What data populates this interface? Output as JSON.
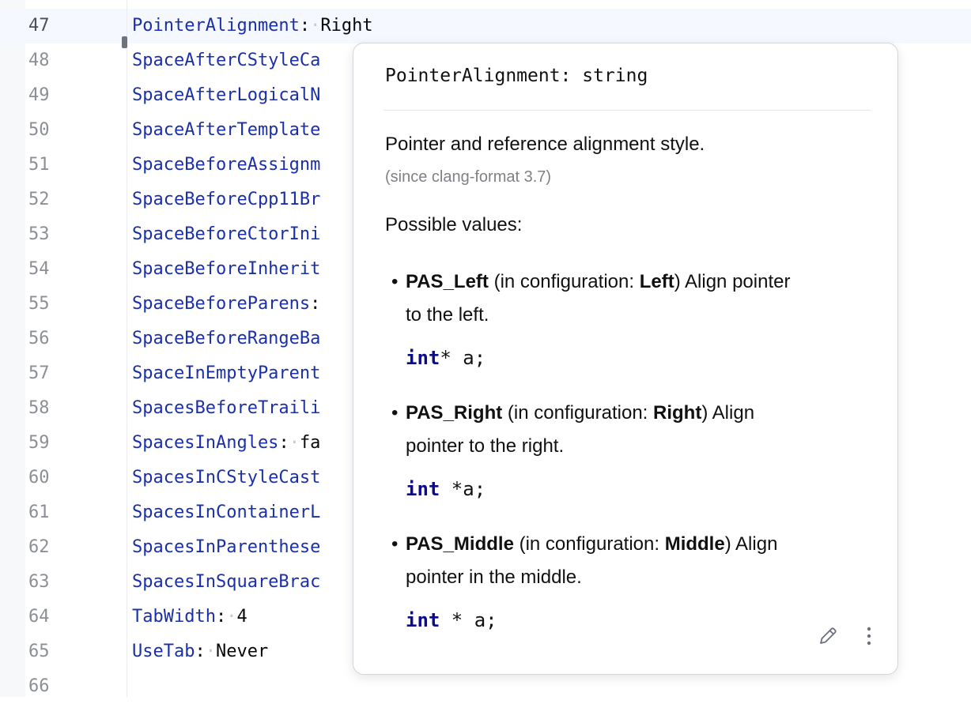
{
  "editor": {
    "line_numbers": [
      "47",
      "48",
      "49",
      "50",
      "51",
      "52",
      "53",
      "54",
      "55",
      "56",
      "57",
      "58",
      "59",
      "60",
      "61",
      "62",
      "63",
      "64",
      "65",
      "66"
    ],
    "lines": [
      {
        "key": "PointerAlignment",
        "colon": ":",
        "value": "Right"
      },
      {
        "key": "SpaceAfterCStyleCa",
        "colon": "",
        "value": ""
      },
      {
        "key": "SpaceAfterLogicalN",
        "colon": "",
        "value": ""
      },
      {
        "key": "SpaceAfterTemplate",
        "colon": "",
        "value": ""
      },
      {
        "key": "SpaceBeforeAssignm",
        "colon": "",
        "value": ""
      },
      {
        "key": "SpaceBeforeCpp11Br",
        "colon": "",
        "value": ""
      },
      {
        "key": "SpaceBeforeCtorIni",
        "colon": "",
        "value": ""
      },
      {
        "key": "SpaceBeforeInherit",
        "colon": "",
        "value": ""
      },
      {
        "key": "SpaceBeforeParens",
        "colon": ":",
        "value": ""
      },
      {
        "key": "SpaceBeforeRangeBa",
        "colon": "",
        "value": ""
      },
      {
        "key": "SpaceInEmptyParent",
        "colon": "",
        "value": ""
      },
      {
        "key": "SpacesBeforeTraili",
        "colon": "",
        "value": ""
      },
      {
        "key": "SpacesInAngles",
        "colon": ":",
        "value": "fa"
      },
      {
        "key": "SpacesInCStyleCast",
        "colon": "",
        "value": ""
      },
      {
        "key": "SpacesInContainerL",
        "colon": "",
        "value": ""
      },
      {
        "key": "SpacesInParenthese",
        "colon": "",
        "value": ""
      },
      {
        "key": "SpacesInSquareBrac",
        "colon": "",
        "value": ""
      },
      {
        "key": "TabWidth",
        "colon": ":",
        "value": "4"
      },
      {
        "key": "UseTab",
        "colon": ":",
        "value": "Never"
      }
    ]
  },
  "popup": {
    "header": "PointerAlignment: string",
    "description": "Pointer and reference alignment style.",
    "since": "(since clang-format 3.7)",
    "possible_values_label": "Possible values:",
    "options": [
      {
        "name": "PAS_Left",
        "config_prefix": "(in configuration: ",
        "config": "Left",
        "config_suffix": ")",
        "desc_line1": "Align pointer",
        "desc_line2": "to the left.",
        "sample_kw": "int",
        "sample_rest": "* a;"
      },
      {
        "name": "PAS_Right",
        "config_prefix": "(in configuration: ",
        "config": "Right",
        "config_suffix": ")",
        "desc_line1": "Align",
        "desc_line2": "pointer to the right.",
        "sample_kw": "int",
        "sample_rest": " *a;"
      },
      {
        "name": "PAS_Middle",
        "config_prefix": "(in configuration: ",
        "config": "Middle",
        "config_suffix": ")",
        "desc_line1": "Align",
        "desc_line2": "pointer in the middle.",
        "sample_kw": "int",
        "sample_rest": " * a;"
      }
    ],
    "actions": {
      "edit_icon": "pencil-icon",
      "more_icon": "more-vertical-icon"
    }
  },
  "colors": {
    "key": "#1a2fa8",
    "keyword": "#0c0c8a",
    "caret_line": "#f5f8fe"
  }
}
